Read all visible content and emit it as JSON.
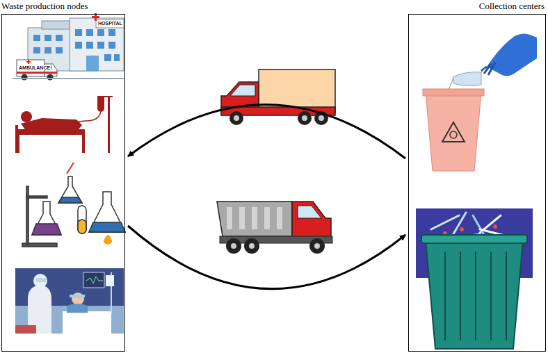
{
  "diagram": {
    "nodes": [
      {
        "text": [
          "Waste production nodes"
        ]
      },
      {
        "text": [
          "Collection centers"
        ]
      }
    ],
    "edges": [
      {
        "from": 1,
        "to": 0,
        "arrow": "to"
      },
      {
        "from": 0,
        "to": 1,
        "arrow": "to"
      }
    ],
    "labels": [
      "HOSPITAL",
      "AMBULANCE"
    ]
  }
}
